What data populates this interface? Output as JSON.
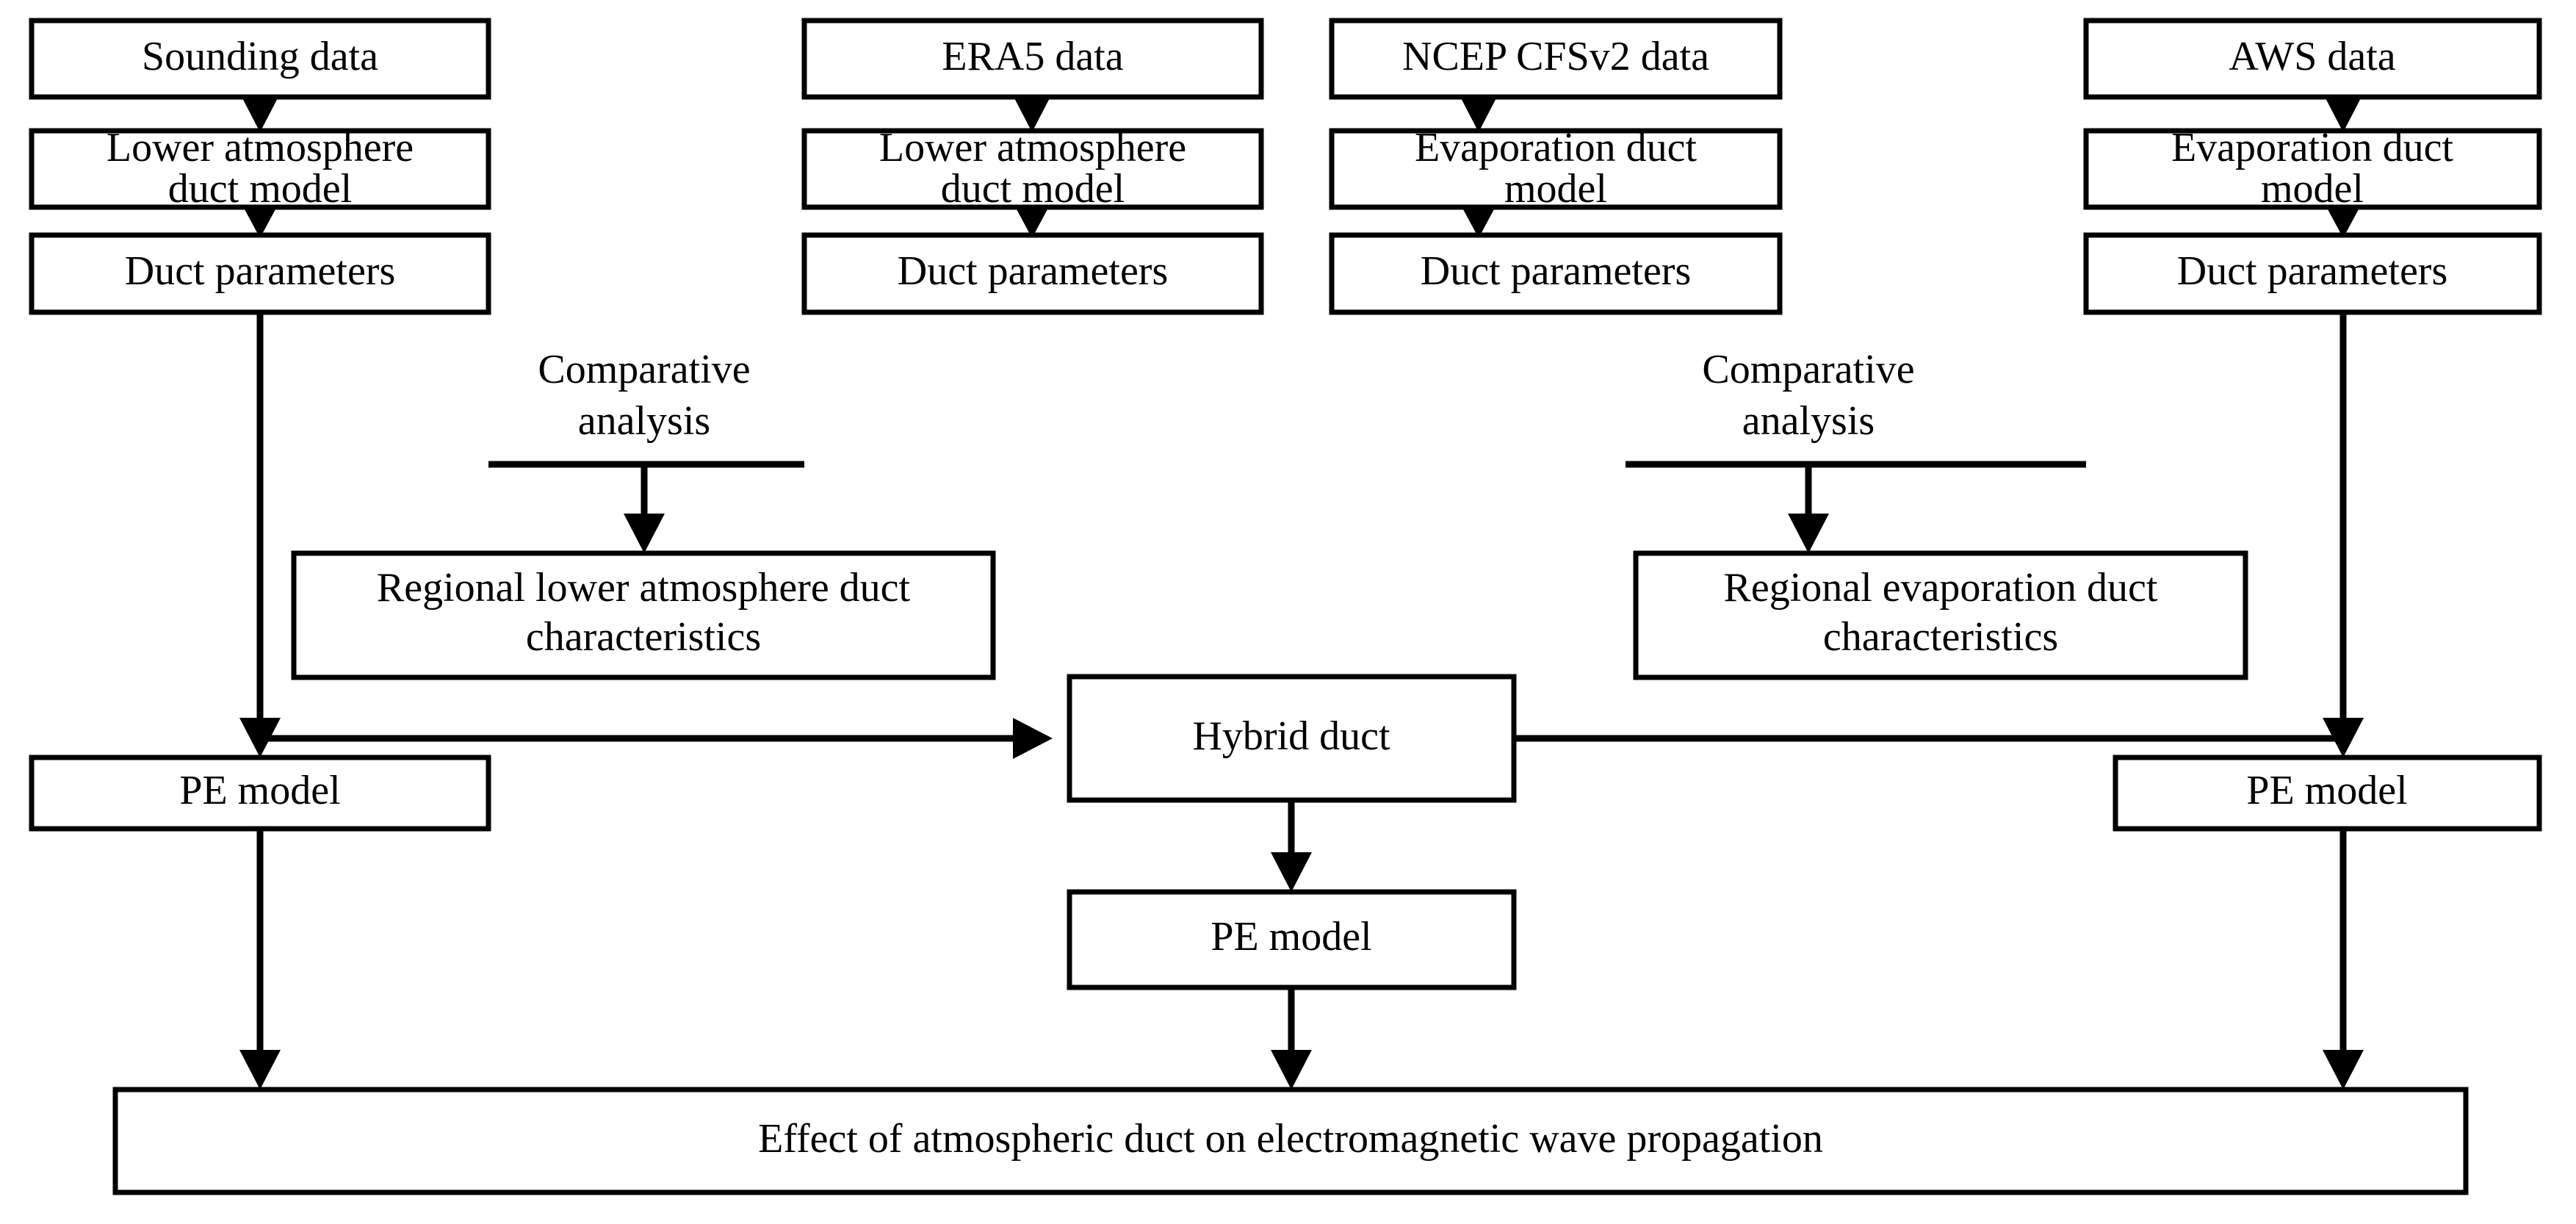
{
  "diagram": {
    "title": "Atmospheric duct research workflow",
    "colors": {
      "background": "#ffffff",
      "stroke": "#000000",
      "fill": "#ffffff",
      "text": "#000000"
    },
    "nodes": {
      "sounding_data": "Sounding data",
      "era5_data": "ERA5 data",
      "ncep_cfsv2_data": "NCEP CFSv2 data",
      "aws_data": "AWS data",
      "lower_atmos_duct_model_1_line1": "Lower atmosphere",
      "lower_atmos_duct_model_1_line2": "duct model",
      "lower_atmos_duct_model_2_line1": "Lower atmosphere",
      "lower_atmos_duct_model_2_line2": "duct model",
      "evaporation_duct_model_1_line1": "Evaporation duct",
      "evaporation_duct_model_1_line2": "model",
      "evaporation_duct_model_2_line1": "Evaporation duct",
      "evaporation_duct_model_2_line2": "model",
      "duct_parameters_1": "Duct parameters",
      "duct_parameters_2": "Duct parameters",
      "duct_parameters_3": "Duct parameters",
      "duct_parameters_4": "Duct parameters",
      "regional_lower_line1": "Regional lower atmosphere  duct",
      "regional_lower_line2": "characteristics",
      "regional_evaporation_line1": "Regional evaporation duct",
      "regional_evaporation_line2": "characteristics",
      "hybrid_duct": "Hybrid duct",
      "pe_model_left": "PE model",
      "pe_model_center": "PE model",
      "pe_model_right": "PE model",
      "effect_bottom": "Effect of atmospheric duct on electromagnetic wave propagation"
    },
    "edge_labels": {
      "comparative_left_line1": "Comparative",
      "comparative_left_line2": "analysis",
      "comparative_right_line1": "Comparative",
      "comparative_right_line2": "analysis"
    }
  }
}
